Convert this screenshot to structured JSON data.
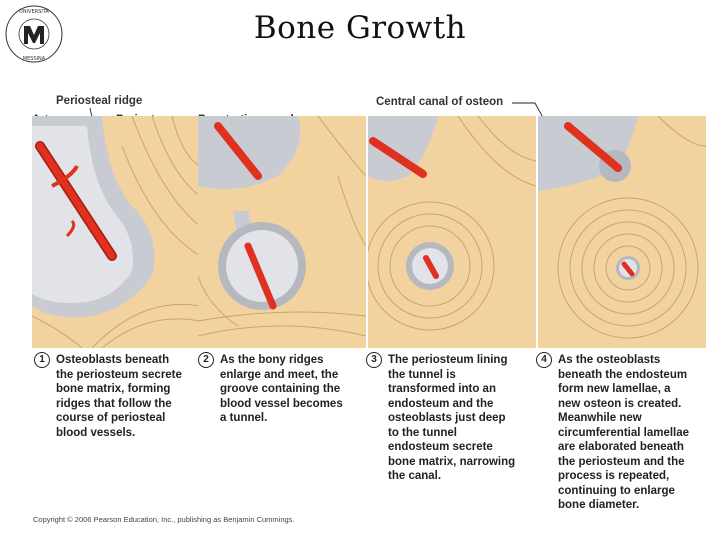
{
  "title": "Bone Growth",
  "logo": {
    "text": "UNIVERSITÀ DEGLI STUDI DI MESSINA",
    "monogram": "M"
  },
  "labels": {
    "periosteal_ridge": "Periosteal ridge",
    "artery": "Artery",
    "periosteum": "Periosteum",
    "penetrating_canal": "Penetrating canal",
    "central_canal": "Central canal of osteon"
  },
  "steps": [
    {
      "number": "1",
      "text": "Osteoblasts beneath the periosteum secrete bone matrix, forming ridges that follow the course of periosteal blood vessels."
    },
    {
      "number": "2",
      "text": "As the bony ridges enlarge and meet, the groove containing the blood vessel becomes a tunnel."
    },
    {
      "number": "3",
      "text": "The periosteum lining the tunnel is transformed into an endosteum and the osteoblasts just deep to the tunnel endosteum secrete bone matrix, narrowing the canal."
    },
    {
      "number": "4",
      "text": "As the osteoblasts beneath the endosteum form new lamellae, a new osteon is created. Meanwhile new circumferential lamellae are elaborated beneath the periosteum and the process is repeated, continuing to enlarge bone diameter."
    }
  ],
  "copyright": "Copyright © 2006 Pearson Education, Inc., publishing as Benjamin Cummings.",
  "colors": {
    "bone": "#f2d3a0",
    "bone_line": "#c9a46c",
    "periosteum": "#c9cbd3",
    "periosteum_dark": "#8f929c",
    "artery": "#e0301e",
    "artery_dark": "#a81b10"
  }
}
